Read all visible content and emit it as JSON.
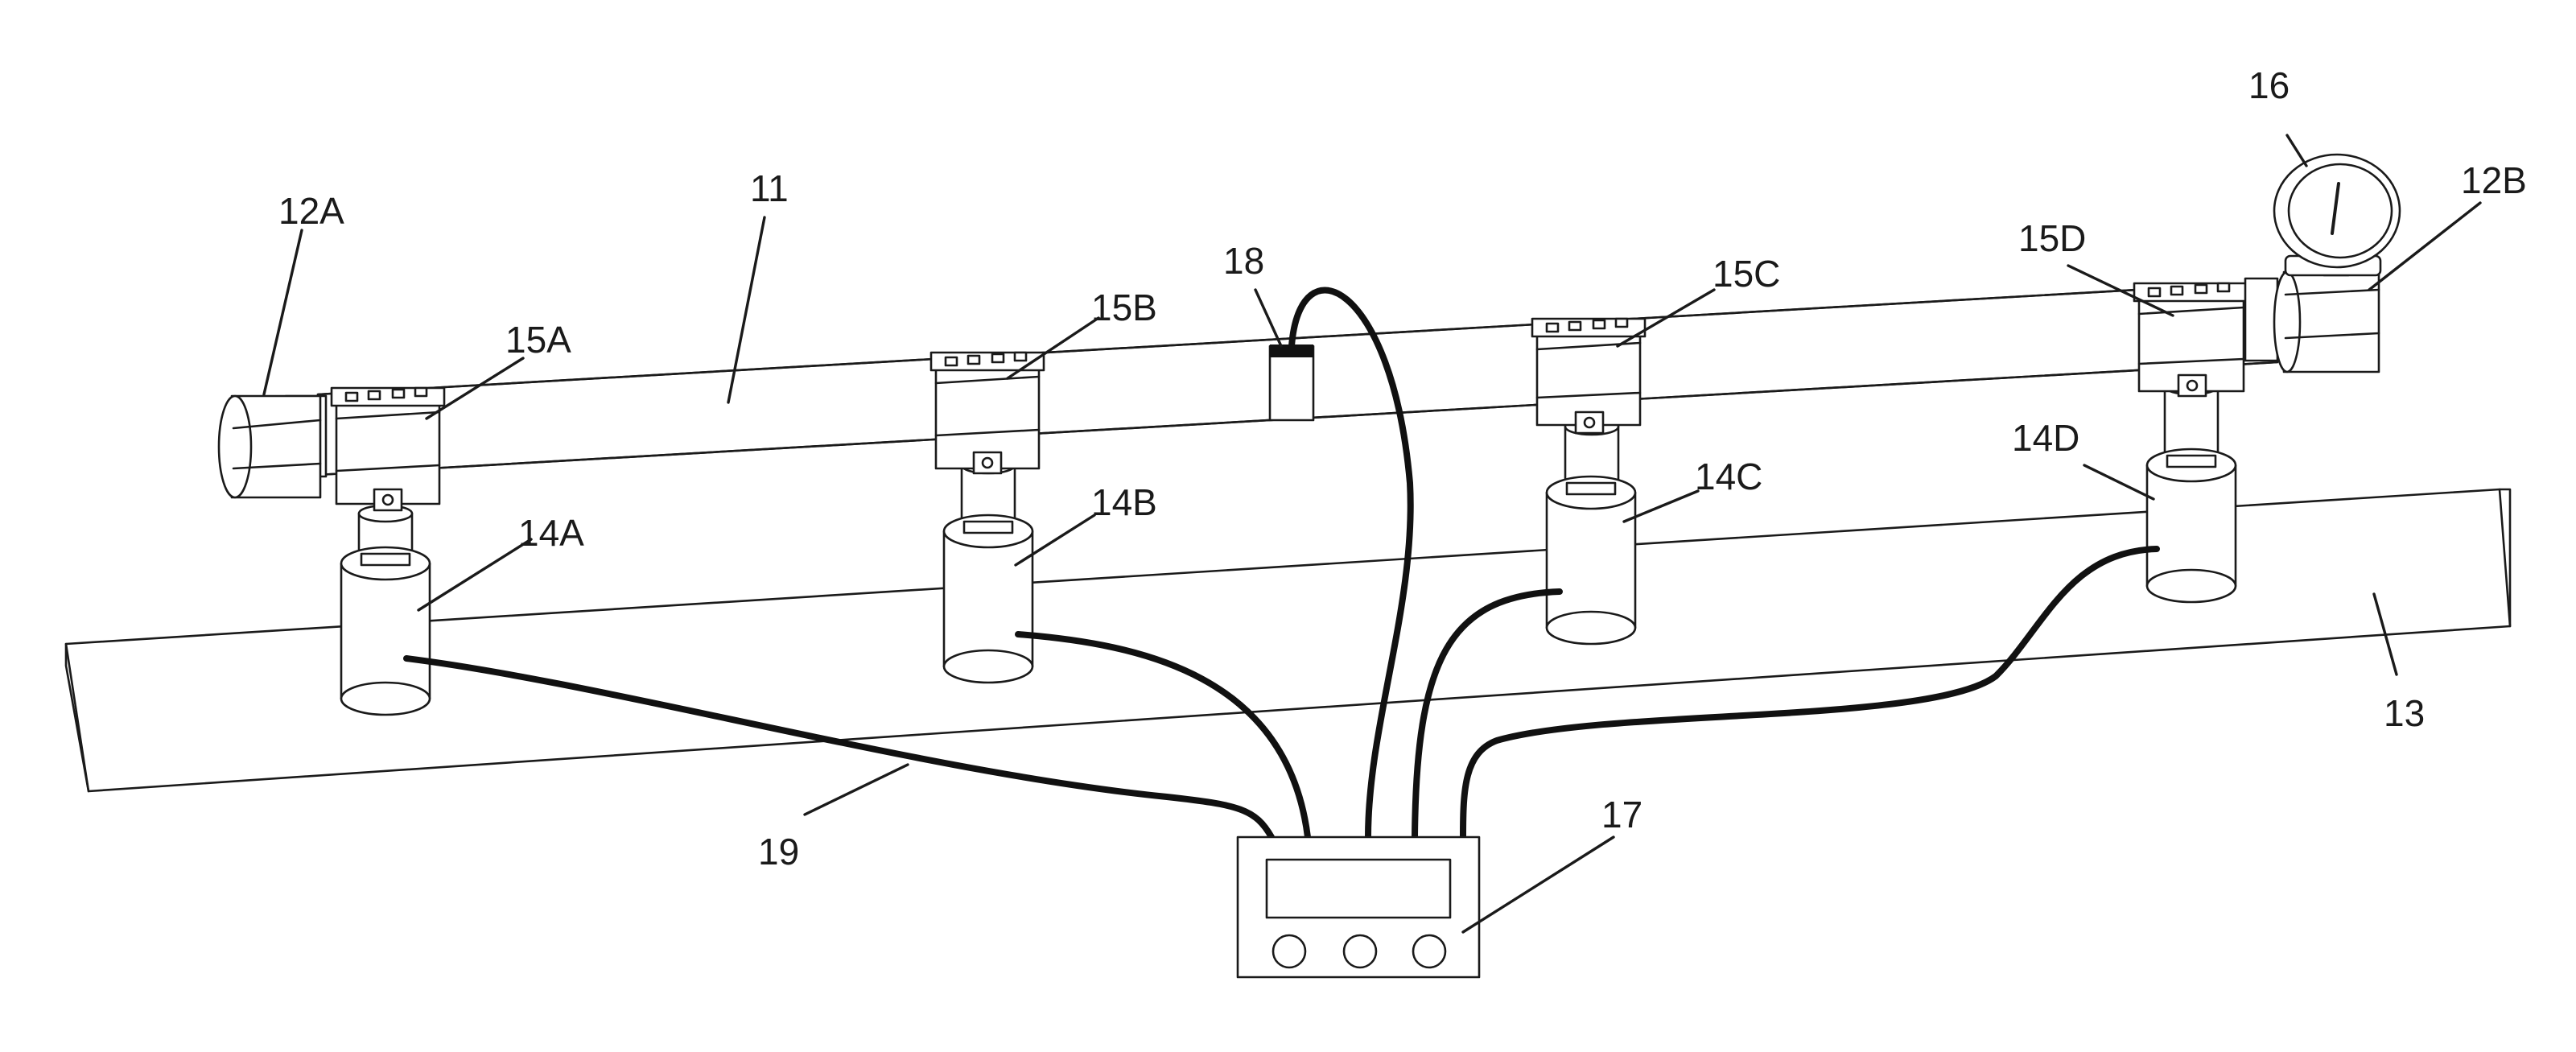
{
  "labels": {
    "pipe": "11",
    "end_cap_left": "12A",
    "end_cap_right": "12B",
    "base_plate": "13",
    "support_a": "14A",
    "support_b": "14B",
    "support_c": "14C",
    "support_d": "14D",
    "clamp_a": "15A",
    "clamp_b": "15B",
    "clamp_c": "15C",
    "clamp_d": "15D",
    "pressure_gauge": "16",
    "controller": "17",
    "sensor": "18",
    "cable": "19"
  }
}
